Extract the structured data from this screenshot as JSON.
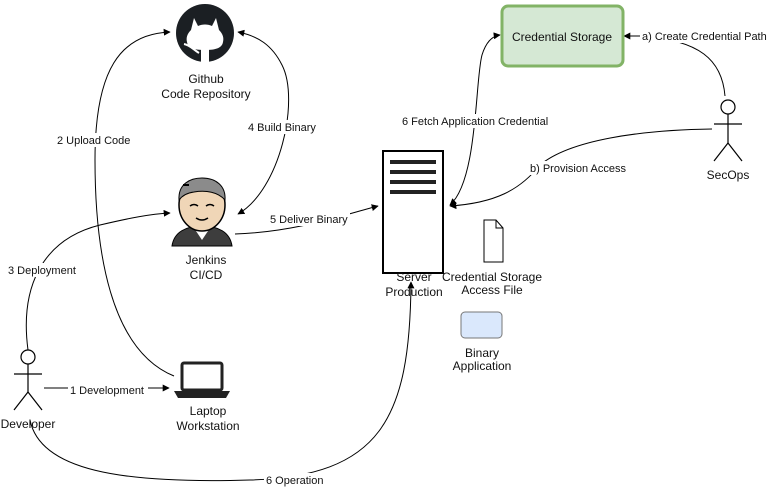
{
  "nodes": {
    "github": {
      "line1": "Github",
      "line2": "Code Repository"
    },
    "jenkins": {
      "line1": "Jenkins",
      "line2": "CI/CD"
    },
    "laptop": {
      "line1": "Laptop",
      "line2": "Workstation"
    },
    "developer": {
      "label": "Developer"
    },
    "secops": {
      "label": "SecOps"
    },
    "server": {
      "line1": "Server",
      "line2": "Production"
    },
    "credential_storage": {
      "label": "Credential Storage"
    },
    "legend_file": {
      "line1": "Credential Storage",
      "line2": "Access File"
    },
    "legend_binary": {
      "line1": "Binary",
      "line2": "Application"
    }
  },
  "edges": {
    "development": "1 Development",
    "upload_code": "2 Upload Code",
    "deployment": "3 Deployment",
    "build_binary": "4 Build Binary",
    "deliver_binary": "5 Deliver Binary",
    "fetch_credential": "6 Fetch Application Credential",
    "operation": "6 Operation",
    "create_path": "a) Create Credential Path",
    "provision_access": "b) Provision Access"
  },
  "colors": {
    "credential_fill": "#d5e8d4",
    "credential_stroke": "#82b366",
    "binary_fill": "#dae8fc"
  }
}
